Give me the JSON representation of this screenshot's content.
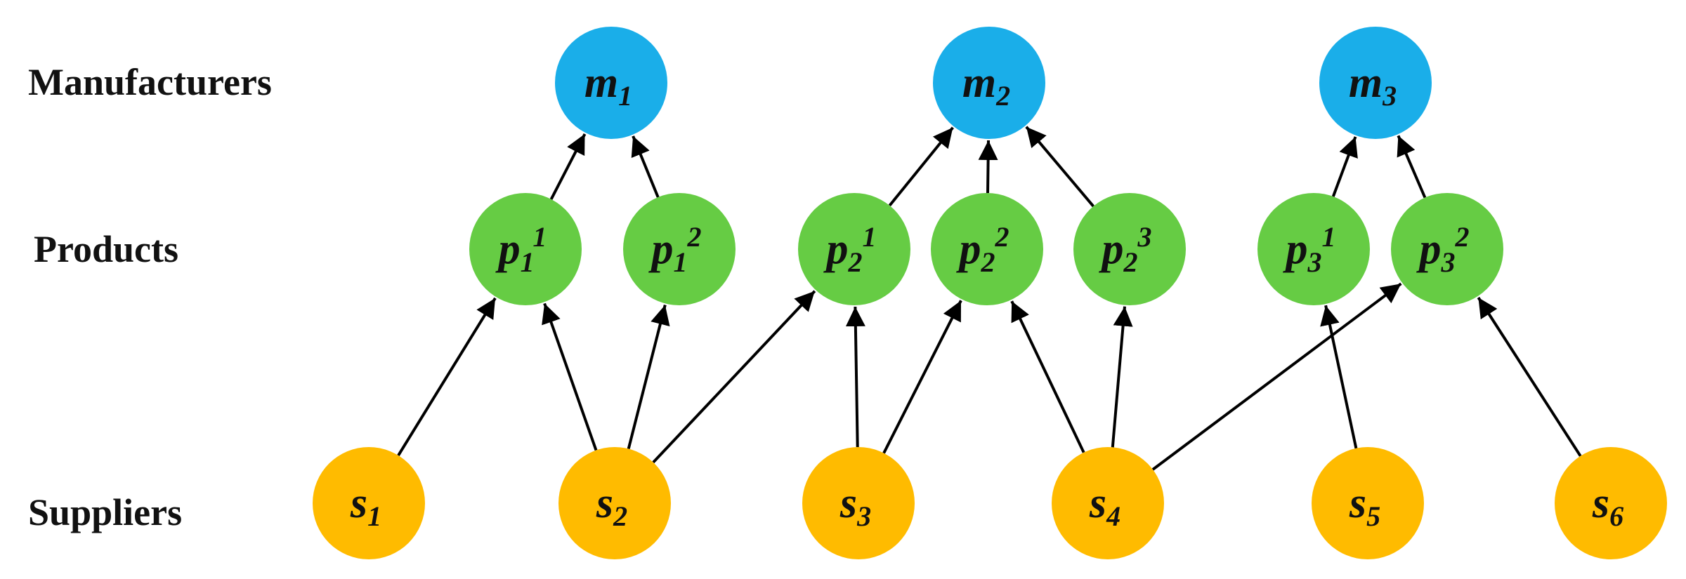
{
  "row_labels": {
    "manufacturers": "Manufacturers",
    "products": "Products",
    "suppliers": "Suppliers"
  },
  "colors": {
    "manufacturer": "#1aaee9",
    "product": "#66cc44",
    "supplier": "#ffbb00",
    "edge": "#000000"
  },
  "manufacturers": [
    {
      "id": "m1",
      "base": "m",
      "sub": "1"
    },
    {
      "id": "m2",
      "base": "m",
      "sub": "2"
    },
    {
      "id": "m3",
      "base": "m",
      "sub": "3"
    }
  ],
  "products": [
    {
      "id": "p1_1",
      "base": "p",
      "sub": "1",
      "sup": "1"
    },
    {
      "id": "p1_2",
      "base": "p",
      "sub": "1",
      "sup": "2"
    },
    {
      "id": "p2_1",
      "base": "p",
      "sub": "2",
      "sup": "1"
    },
    {
      "id": "p2_2",
      "base": "p",
      "sub": "2",
      "sup": "2"
    },
    {
      "id": "p2_3",
      "base": "p",
      "sub": "2",
      "sup": "3"
    },
    {
      "id": "p3_1",
      "base": "p",
      "sub": "3",
      "sup": "1"
    },
    {
      "id": "p3_2",
      "base": "p",
      "sub": "3",
      "sup": "2"
    }
  ],
  "suppliers": [
    {
      "id": "s1",
      "base": "s",
      "sub": "1"
    },
    {
      "id": "s2",
      "base": "s",
      "sub": "2"
    },
    {
      "id": "s3",
      "base": "s",
      "sub": "3"
    },
    {
      "id": "s4",
      "base": "s",
      "sub": "4"
    },
    {
      "id": "s5",
      "base": "s",
      "sub": "5"
    },
    {
      "id": "s6",
      "base": "s",
      "sub": "6"
    }
  ],
  "edges": [
    {
      "from": "p1_1",
      "to": "m1"
    },
    {
      "from": "p1_2",
      "to": "m1"
    },
    {
      "from": "p2_1",
      "to": "m2"
    },
    {
      "from": "p2_2",
      "to": "m2"
    },
    {
      "from": "p2_3",
      "to": "m2"
    },
    {
      "from": "p3_1",
      "to": "m3"
    },
    {
      "from": "p3_2",
      "to": "m3"
    },
    {
      "from": "s1",
      "to": "p1_1"
    },
    {
      "from": "s2",
      "to": "p1_1"
    },
    {
      "from": "s2",
      "to": "p1_2"
    },
    {
      "from": "s2",
      "to": "p2_1"
    },
    {
      "from": "s3",
      "to": "p2_1"
    },
    {
      "from": "s3",
      "to": "p2_2"
    },
    {
      "from": "s4",
      "to": "p2_2"
    },
    {
      "from": "s4",
      "to": "p2_3"
    },
    {
      "from": "s4",
      "to": "p3_2"
    },
    {
      "from": "s5",
      "to": "p3_1"
    },
    {
      "from": "s6",
      "to": "p3_2"
    }
  ]
}
